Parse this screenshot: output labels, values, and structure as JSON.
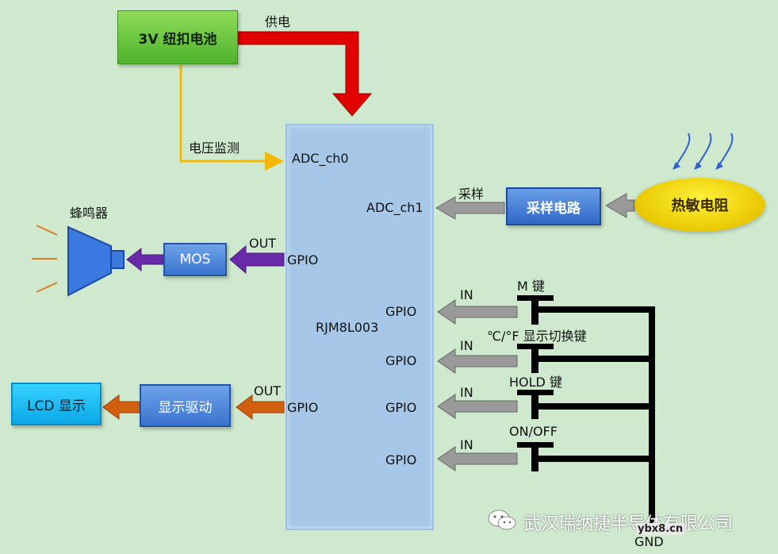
{
  "blocks": {
    "battery": "3V 纽扣电池",
    "mcu": "RJM8L003",
    "sampling": "采样电路",
    "thermistor": "热敏电阻",
    "mos": "MOS",
    "display_driver": "显示驱动",
    "lcd": "LCD 显示",
    "buzzer": "蜂鸣器"
  },
  "labels": {
    "power": "供电",
    "voltage_monitor": "电压监测",
    "adc0": "ADC_ch0",
    "adc1": "ADC_ch1",
    "sample": "采样",
    "out": "OUT",
    "in": "IN",
    "gpio": "GPIO",
    "gnd": "GND"
  },
  "keys": [
    {
      "name": "M 键"
    },
    {
      "name": "℃/°F 显示切换键"
    },
    {
      "name": "HOLD 键"
    },
    {
      "name": "ON/OFF"
    }
  ],
  "watermark": {
    "company": "武汉瑞纳捷半导体有限公司",
    "site": "ybx8.cn"
  },
  "colors": {
    "background": "#cfe9cf",
    "power_arrow": "#e00000",
    "monitor_line": "#f5b800",
    "sample_arrow": "#9a9a9a",
    "buzzer_arrow": "#6a2aa8",
    "display_arrow": "#d06010",
    "gnd_line": "#000000"
  }
}
